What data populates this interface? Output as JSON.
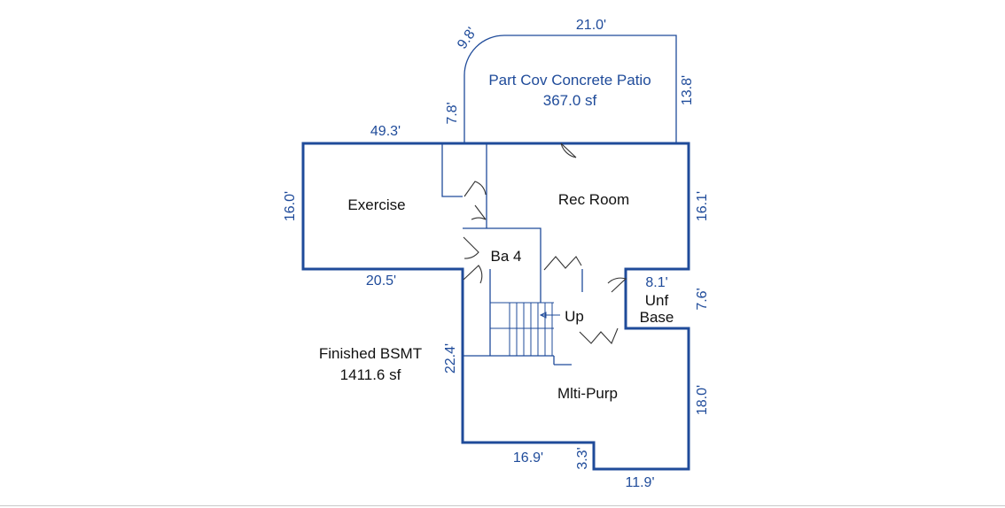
{
  "floor": {
    "label": "Finished BSMT",
    "area": "1411.6 sf"
  },
  "patio": {
    "name": "Part Cov Concrete Patio",
    "area": "367.0 sf"
  },
  "rooms": {
    "exercise": "Exercise",
    "rec_room": "Rec Room",
    "bath": "Ba 4",
    "stairs": "Up",
    "unf_line1": "Unf",
    "unf_line2": "Base",
    "multi_purpose": "Mlti-Purp"
  },
  "dimensions": {
    "patio_arc": "9.8'",
    "patio_top": "21.0'",
    "patio_right": "13.8'",
    "patio_left": "7.8'",
    "top": "49.3'",
    "exercise_left": "16.0'",
    "exercise_bottom": "20.5'",
    "rec_right": "16.1'",
    "unf_top": "8.1'",
    "unf_right": "7.6'",
    "stair_left": "22.4'",
    "lower_right": "18.0'",
    "bottom_left": "16.9'",
    "bottom_step": "3.3'",
    "bottom_right": "11.9'"
  }
}
